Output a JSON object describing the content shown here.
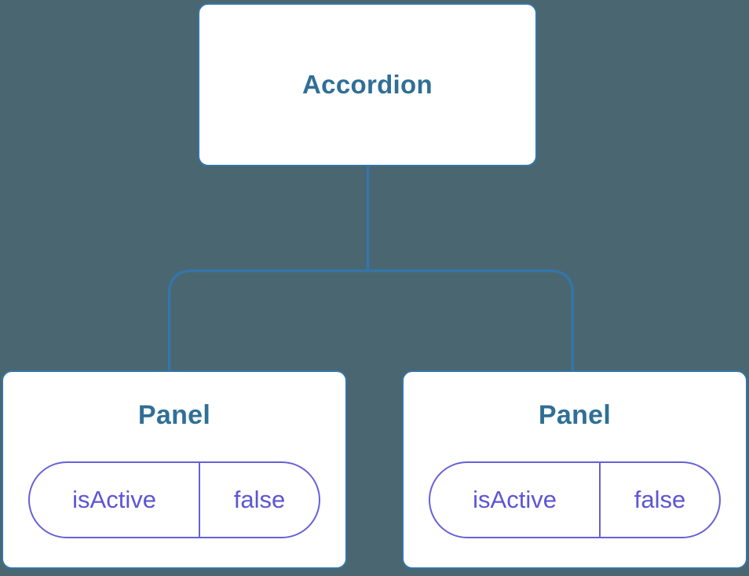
{
  "diagram": {
    "root": {
      "label": "Accordion"
    },
    "children": [
      {
        "label": "Panel",
        "state": {
          "key": "isActive",
          "value": "false"
        }
      },
      {
        "label": "Panel",
        "state": {
          "key": "isActive",
          "value": "false"
        }
      }
    ]
  },
  "colors": {
    "background": "#4A6670",
    "node_fill": "#FFFFFF",
    "node_border": "#3575A8",
    "node_label": "#306F96",
    "connector": "#3575A8",
    "pill_border": "#6661D8",
    "pill_text": "#5C55D4"
  }
}
